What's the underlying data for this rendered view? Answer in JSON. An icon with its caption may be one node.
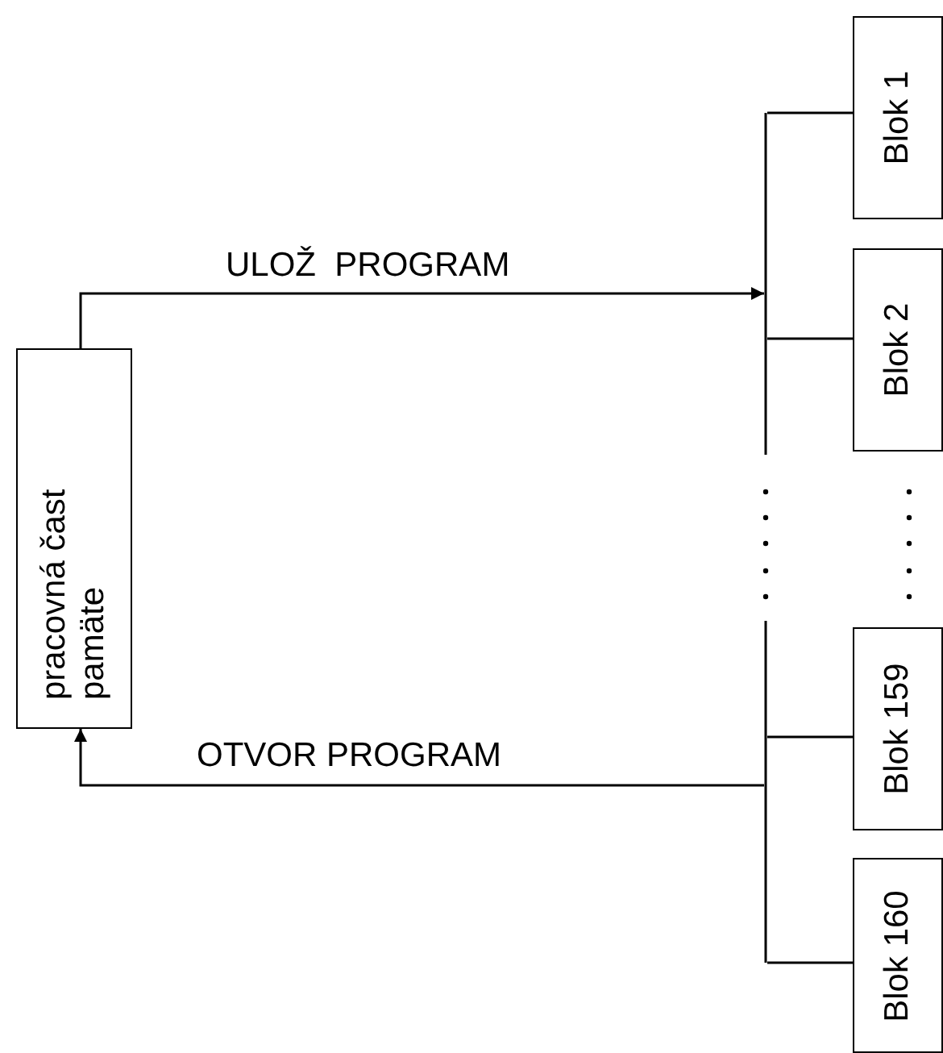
{
  "diagram": {
    "nodes": [
      {
        "text": [
          "pracovná čast pamäte"
        ]
      },
      {
        "text": [],
        "shape": "bar"
      },
      {
        "text": [
          "Blok 1"
        ]
      },
      {
        "text": [
          "Blok 2"
        ]
      },
      {
        "text": [
          "Blok 159"
        ]
      },
      {
        "text": [
          "Blok 160"
        ]
      }
    ],
    "edges": [
      {
        "from": 0,
        "to": 1,
        "arrow": "to",
        "label": "ULOŽ  PROGRAM"
      },
      {
        "from": 1,
        "to": 0,
        "arrow": "to",
        "label": "OTVOR PROGRAM"
      },
      {
        "from": 1,
        "to": 2,
        "arrow": "none"
      },
      {
        "from": 1,
        "to": 3,
        "arrow": "none"
      },
      {
        "from": 1,
        "to": 4,
        "arrow": "none"
      },
      {
        "from": 1,
        "to": 5,
        "arrow": "none"
      }
    ]
  }
}
